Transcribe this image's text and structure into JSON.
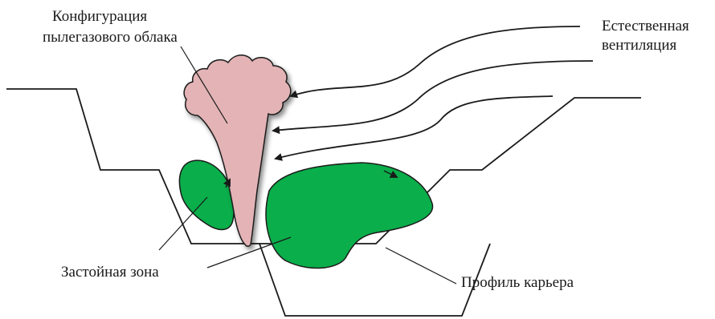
{
  "labels": {
    "cloud_line1": "Конфигурация",
    "cloud_line2": "пылегазового облака",
    "ventilation_line1": "Естественная",
    "ventilation_line2": "вентиляция",
    "stagnant_zone": "Застойная зона",
    "pit_profile": "Профиль карьера"
  },
  "colors": {
    "dust_cloud": "#e3b3b5",
    "stagnant_zone": "#0aae4a",
    "line": "#1a1a1a",
    "background": "#ffffff"
  }
}
